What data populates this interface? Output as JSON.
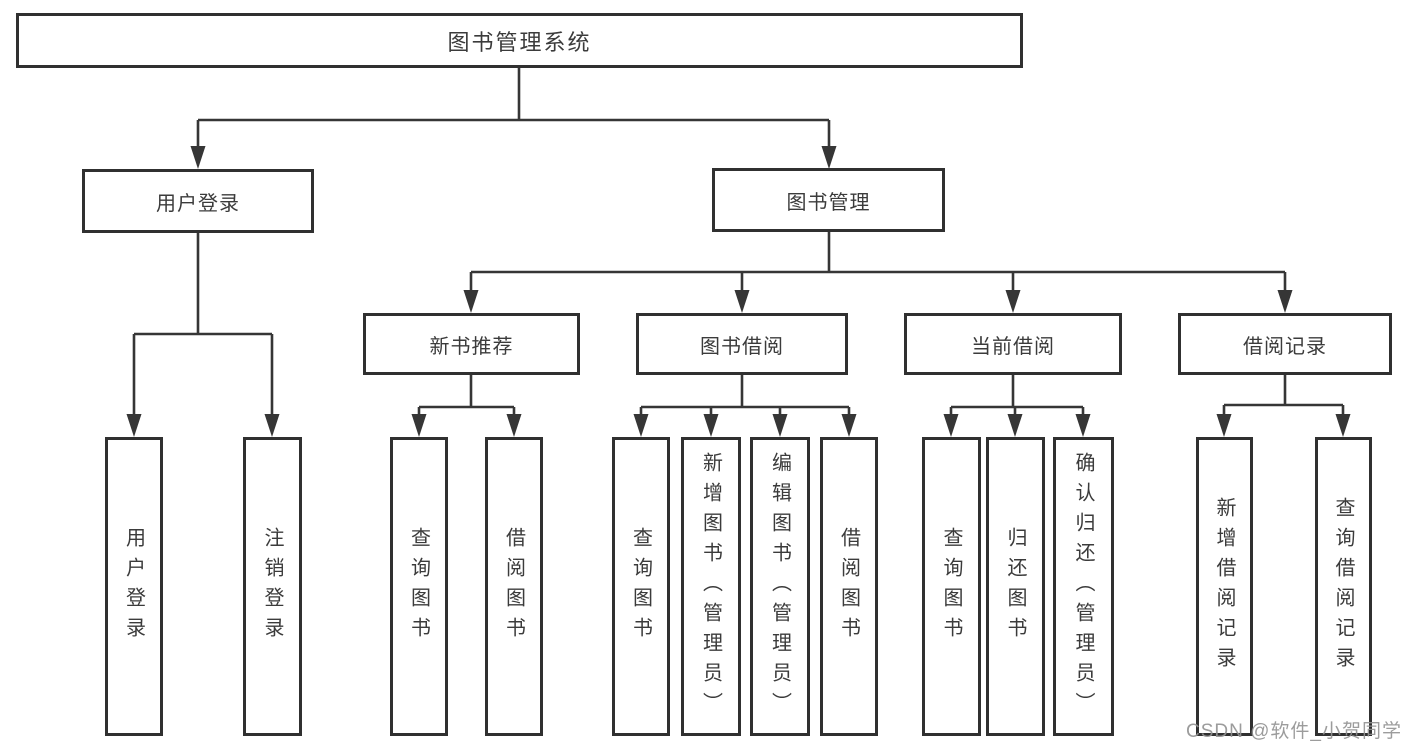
{
  "tree": {
    "label": "图书管理系统",
    "children": [
      {
        "label": "用户登录",
        "children": [
          {
            "label": "用户登录"
          },
          {
            "label": "注销登录"
          }
        ]
      },
      {
        "label": "图书管理",
        "children": [
          {
            "label": "新书推荐",
            "children": [
              {
                "label": "查询图书"
              },
              {
                "label": "借阅图书"
              }
            ]
          },
          {
            "label": "图书借阅",
            "children": [
              {
                "label": "查询图书"
              },
              {
                "label": "新增图书（管理员）"
              },
              {
                "label": "编辑图书（管理员）"
              },
              {
                "label": "借阅图书"
              }
            ]
          },
          {
            "label": "当前借阅",
            "children": [
              {
                "label": "查询图书"
              },
              {
                "label": "归还图书"
              },
              {
                "label": "确认归还（管理员）"
              }
            ]
          },
          {
            "label": "借阅记录",
            "children": [
              {
                "label": "新增借阅记录"
              },
              {
                "label": "查询借阅记录"
              }
            ]
          }
        ]
      }
    ]
  },
  "watermark": {
    "text": "CSDN @软件_小贺同学"
  },
  "colors": {
    "line": "#363636",
    "box_border": "#303030",
    "text": "#3b3b3b",
    "watermark": "#949494",
    "background": "#ffffff"
  }
}
